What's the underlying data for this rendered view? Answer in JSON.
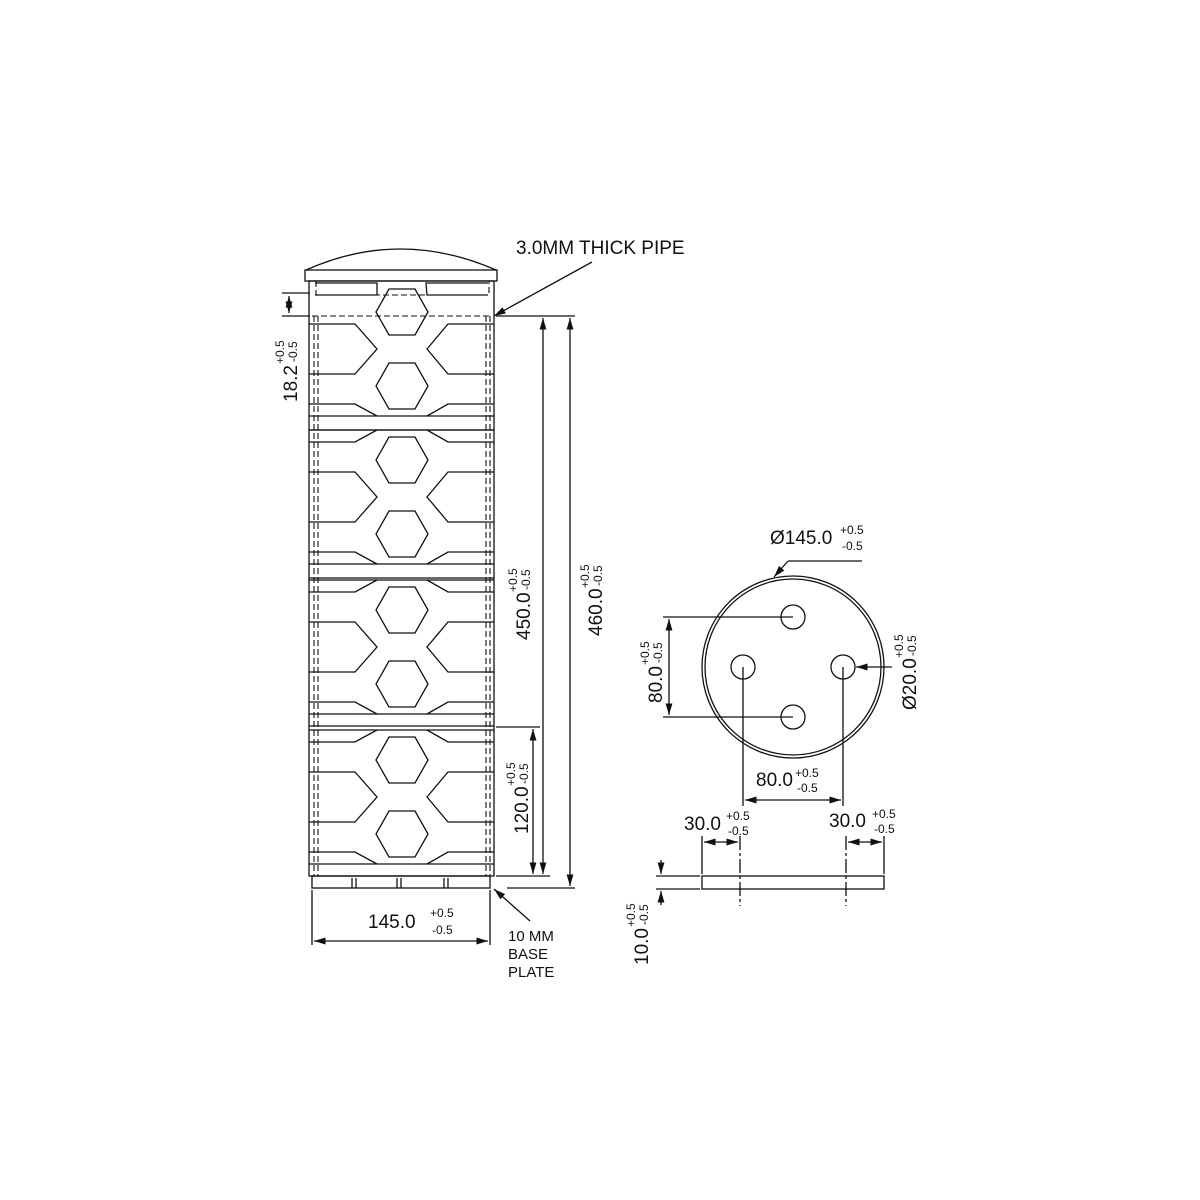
{
  "labels": {
    "pipe_note": "3.0MM THICK PIPE",
    "base_note": [
      "10 MM",
      "BASE",
      "PLATE"
    ]
  },
  "dimensions": {
    "top_offset": {
      "value": "18.2",
      "tol_plus": "+0.5",
      "tol_minus": "-0.5"
    },
    "inner_height": {
      "value": "450.0",
      "tol_plus": "+0.5",
      "tol_minus": "-0.5"
    },
    "total_height": {
      "value": "460.0",
      "tol_plus": "+0.5",
      "tol_minus": "-0.5"
    },
    "segment_height": {
      "value": "120.0",
      "tol_plus": "+0.5",
      "tol_minus": "-0.5"
    },
    "pipe_width": {
      "value": "145.0",
      "tol_plus": "+0.5",
      "tol_minus": "-0.5"
    },
    "plate_diameter": {
      "value": "Ø145.0",
      "tol_plus": "+0.5",
      "tol_minus": "-0.5"
    },
    "hole_diameter": {
      "value": "Ø20.0",
      "tol_plus": "+0.5",
      "tol_minus": "-0.5"
    },
    "hole_spacing_v": {
      "value": "80.0",
      "tol_plus": "+0.5",
      "tol_minus": "-0.5"
    },
    "hole_spacing_h": {
      "value": "80.0",
      "tol_plus": "+0.5",
      "tol_minus": "-0.5"
    },
    "edge_left": {
      "value": "30.0",
      "tol_plus": "+0.5",
      "tol_minus": "-0.5"
    },
    "edge_right": {
      "value": "30.0",
      "tol_plus": "+0.5",
      "tol_minus": "-0.5"
    },
    "plate_thickness": {
      "value": "10.0",
      "tol_plus": "+0.5",
      "tol_minus": "-0.5"
    }
  }
}
